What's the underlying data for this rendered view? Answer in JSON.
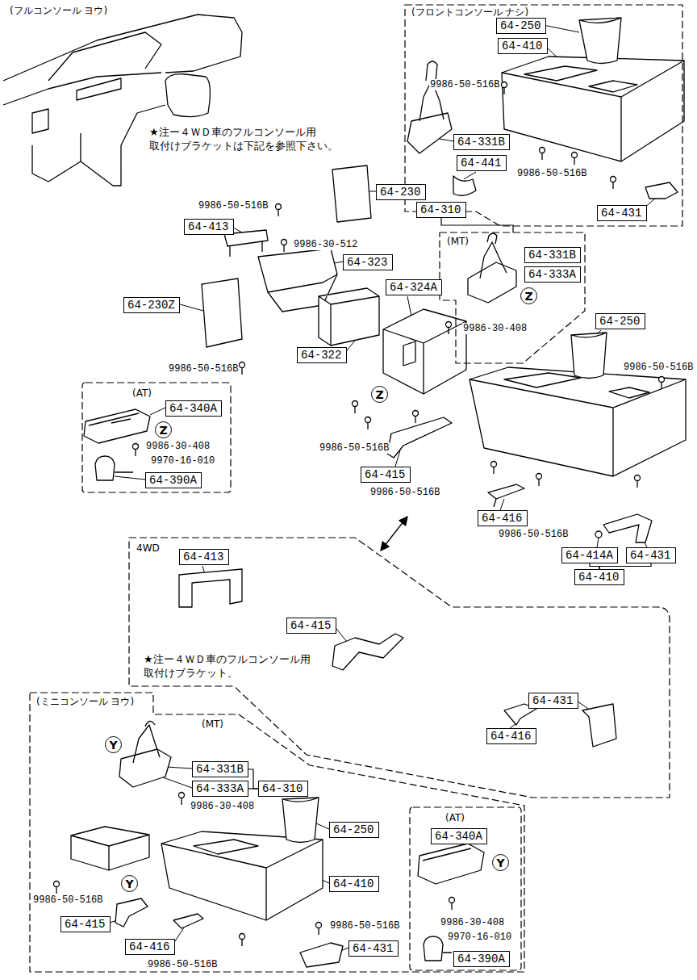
{
  "diagram": {
    "nodes": [
      {
        "text": [
          "(フロントコンソール ナシ)"
        ]
      },
      {
        "text": [
          "64-250"
        ],
        "in": 0
      },
      {
        "text": [
          "64-410"
        ],
        "in": 0
      },
      {
        "text": [
          "64-331B"
        ],
        "in": 0
      },
      {
        "text": [
          "64-441"
        ],
        "in": 0
      },
      {
        "text": [
          "64-431"
        ],
        "in": 0
      },
      {
        "text": [
          "64-230"
        ]
      },
      {
        "text": [
          "64-413"
        ]
      },
      {
        "text": [
          "64-310"
        ]
      },
      {
        "text": [
          "64-323"
        ]
      },
      {
        "text": [
          "(MT)"
        ]
      },
      {
        "text": [
          "64-331B"
        ],
        "in": 10
      },
      {
        "text": [
          "64-333A"
        ],
        "in": 10
      },
      {
        "text": [
          "Z"
        ],
        "in": 10
      },
      {
        "text": [
          "64-324A"
        ]
      },
      {
        "text": [
          "64-230Z"
        ]
      },
      {
        "text": [
          "64-322"
        ]
      },
      {
        "text": [
          "64-250"
        ]
      },
      {
        "text": [
          "Z"
        ]
      },
      {
        "text": [
          "(AT)"
        ]
      },
      {
        "text": [
          "64-340A"
        ],
        "in": 19
      },
      {
        "text": [
          "Z"
        ],
        "in": 19
      },
      {
        "text": [
          "64-390A"
        ],
        "in": 19
      },
      {
        "text": [
          "64-415"
        ]
      },
      {
        "text": [
          "64-416"
        ]
      },
      {
        "text": [
          "64-414A"
        ]
      },
      {
        "text": [
          "64-431"
        ]
      },
      {
        "text": [
          "64-410"
        ]
      },
      {
        "text": [
          "4WD"
        ]
      },
      {
        "text": [
          "64-413"
        ],
        "in": 28
      },
      {
        "text": [
          "64-415"
        ],
        "in": 28
      },
      {
        "text": [
          "64-431"
        ],
        "in": 28
      },
      {
        "text": [
          "64-416"
        ],
        "in": 28
      },
      {
        "text": [
          "(ミニコンソール ヨウ)"
        ]
      },
      {
        "text": [
          "Y"
        ],
        "in": 33
      },
      {
        "text": [
          "64-331B"
        ],
        "in": 33
      },
      {
        "text": [
          "64-333A"
        ],
        "in": 33
      },
      {
        "text": [
          "64-310"
        ],
        "in": 33
      },
      {
        "text": [
          "64-250"
        ],
        "in": 33
      },
      {
        "text": [
          "Y"
        ],
        "in": 33
      },
      {
        "text": [
          "64-410"
        ],
        "in": 33
      },
      {
        "text": [
          "64-415"
        ],
        "in": 33
      },
      {
        "text": [
          "64-416"
        ],
        "in": 33
      },
      {
        "text": [
          "64-431"
        ],
        "in": 33
      },
      {
        "text": [
          "(AT)"
        ],
        "in": 33
      },
      {
        "text": [
          "64-340A"
        ],
        "in": 44
      },
      {
        "text": [
          "Y"
        ],
        "in": 44
      },
      {
        "text": [
          "64-390A"
        ],
        "in": 44
      }
    ],
    "edges": [
      {
        "from": 8,
        "to": 10,
        "arrow": "none"
      },
      {
        "from": 27,
        "to": 25,
        "arrow": "none"
      },
      {
        "from": 27,
        "to": 26,
        "arrow": "none"
      },
      {
        "from": 37,
        "to": 35,
        "arrow": "none"
      },
      {
        "from": 37,
        "to": 36,
        "arrow": "none"
      }
    ],
    "labels": [
      "(フルコンソール ヨウ)",
      "★注ー４ＷＤ車のフルコンソール用 取付けブラケットは下記を参照下さい。",
      "9986-50-516B",
      "9986-50-516B",
      "9986-50-516B",
      "9986-30-512",
      "9986-30-408",
      "9986-50-516B",
      "9986-50-516B",
      "9986-30-408",
      "9970-16-010",
      "9986-50-516B",
      "9986-50-516B",
      "9986-50-516B",
      "★注ー４ＷＤ車のフルコンソール用 取付けブラケット。",
      "(MT)",
      "9986-30-408",
      "9986-50-516B",
      "9986-50-516B",
      "9986-50-516B",
      "9986-30-408",
      "9970-16-010"
    ]
  }
}
